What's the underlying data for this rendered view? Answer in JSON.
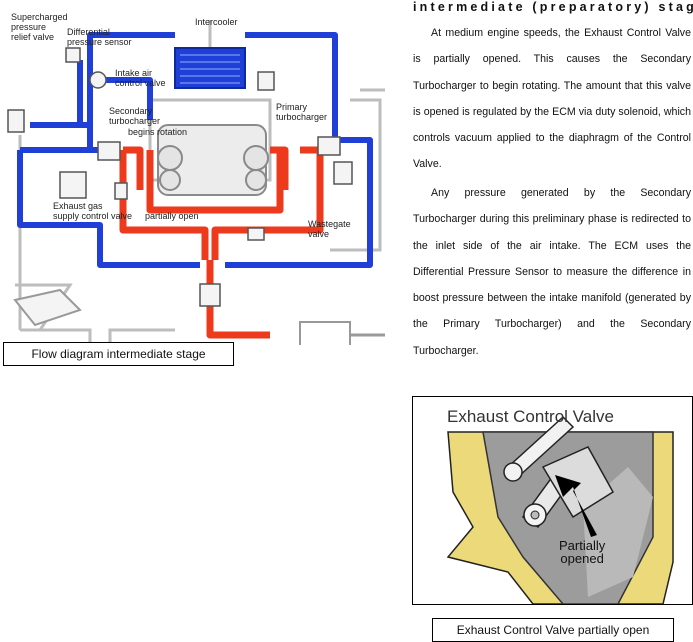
{
  "diagram": {
    "labels": {
      "supercharged_relief": [
        "Supercharged",
        "pressure",
        "relief valve"
      ],
      "differential_sensor": [
        "Differential",
        "pressure sensor"
      ],
      "intercooler": "Intercooler",
      "intake_air_control": [
        "Intake air",
        "control valve"
      ],
      "secondary_turbo": [
        "Secondary",
        "turbocharger"
      ],
      "begins_rotation": "begins rotation",
      "primary_turbo": [
        "Primary",
        "turbocharger"
      ],
      "exhaust_gas_supply": [
        "Exhaust gas",
        "supply control valve"
      ],
      "partially_open": "partially open",
      "wastegate": [
        "Wastegate",
        "valve"
      ]
    },
    "colors": {
      "intake": "#1f3fd6",
      "exhaust": "#ee3a1c",
      "outline": "#b8b8b8"
    }
  },
  "caption_left": "Flow diagram intermediate stage",
  "heading": "intermediate (preparatory) stage",
  "paragraphs": [
    "At medium engine speeds, the Exhaust Control Valve is partially opened. This causes the Secondary Turbocharger to begin rotating. The amount that this valve is opened is regulated by the ECM via duty solenoid, which controls vacuum applied to the diaphragm of the Control Valve.",
    "Any pressure generated by the Secondary Turbocharger during this preliminary phase is redirected to the inlet side of the air intake. The ECM uses the Differential Pressure Sensor to measure the difference in boost pressure between the intake manifold (generated by the Primary Turbocharger) and the Secondary Turbocharger."
  ],
  "photo": {
    "title": "Exhaust Control Valve",
    "label": [
      "Partially",
      "opened"
    ]
  },
  "caption_right": "Exhaust Control Valve partially open"
}
